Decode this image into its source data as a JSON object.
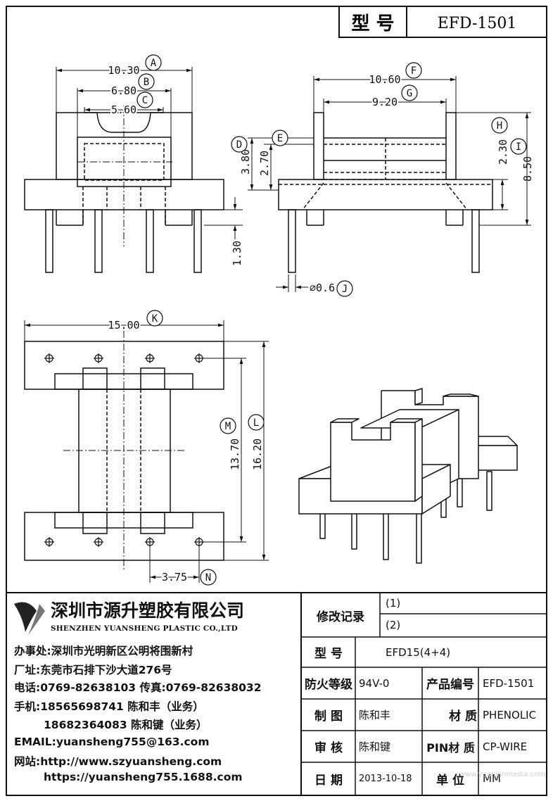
{
  "header": {
    "type_label": "型 号",
    "model": "EFD-1501"
  },
  "dims": {
    "A": "10.30",
    "B": "6.80",
    "C": "5.60",
    "F": "10.60",
    "G": "9.20",
    "D": "3.80",
    "E": "2.70",
    "H": "2.30",
    "I": "8.50",
    "pin_len": "1.30",
    "J": "⌀0.6",
    "K": "15.00",
    "M": "13.70",
    "L": "16.20",
    "N": "3.75"
  },
  "balloons": [
    "A",
    "B",
    "C",
    "D",
    "E",
    "F",
    "G",
    "H",
    "I",
    "J",
    "K",
    "L",
    "M",
    "N"
  ],
  "company": {
    "name_cn": "深圳市源升塑胶有限公司",
    "name_en": "SHENZHEN YUANSHENG PLASTIC CO.,LTD",
    "office": "办事处:深圳市光明新区公明将围新村",
    "factory": "厂址:东莞市石排下沙大道276号",
    "phone": "电话:0769-82638103 传真:0769-82638032",
    "mobile1": "手机:18565698741 陈和丰（业务）",
    "mobile2": "18682364083 陈和键（业务）",
    "email": "EMAIL:yuansheng755@163.com",
    "web1": "网站:http://www.szyuansheng.com",
    "web2": "https://yuansheng755.1688.com"
  },
  "table": {
    "revision_label": "修改记录",
    "rev1": "(1)",
    "rev2": "(2)",
    "type_label": "型 号",
    "type_value": "EFD15(4+4)",
    "fire_label": "防火等级",
    "fire_value": "94V-0",
    "product_no_label": "产品编号",
    "product_no_value": "EFD-1501",
    "draw_label": "制 图",
    "draw_value": "陈和丰",
    "material_label": "材 质",
    "material_value": "PHENOLIC",
    "check_label": "审 核",
    "check_value": "陈和键",
    "pin_material_label": "PIN材 质",
    "pin_material_value": "CP-WIRE",
    "date_label": "日 期",
    "date_value": "2013-10-18",
    "unit_label": "单 位",
    "unit_value": "MM",
    "watermark": "www.yuanxinmedia.com"
  }
}
